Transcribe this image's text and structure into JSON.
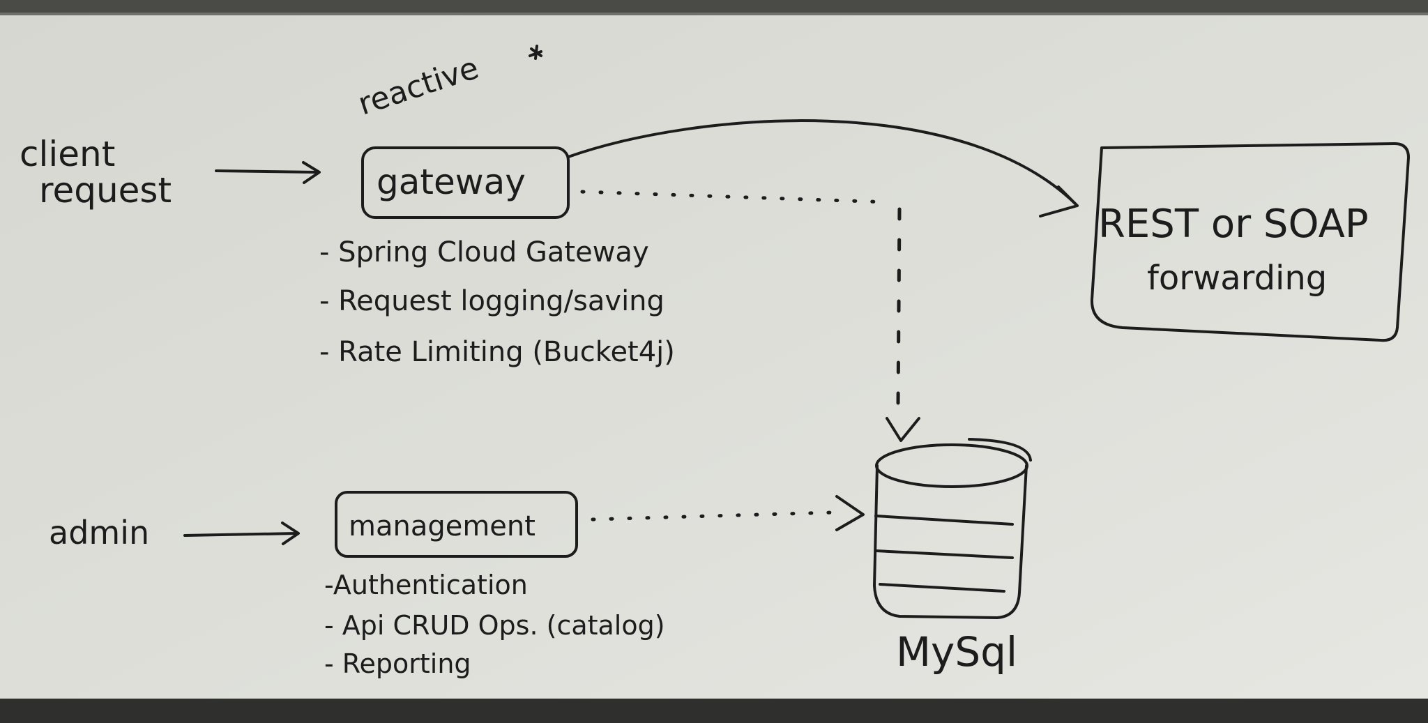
{
  "annotation": "reactive",
  "client_request": [
    "client",
    "request"
  ],
  "admin": "admin",
  "gateway": {
    "label": "gateway",
    "bullets": [
      "- Spring Cloud Gateway",
      "- Request logging/saving",
      "- Rate Limiting (Bucket4j)"
    ]
  },
  "management": {
    "label": "management",
    "bullets": [
      "-Authentication",
      "- Api CRUD Ops. (catalog)",
      "- Reporting"
    ]
  },
  "forwarding": [
    "REST or SOAP",
    "forwarding"
  ],
  "database": "MySql",
  "colors": {
    "board": "#dcdcd6",
    "ink": "#1c1c1c",
    "frame": "#3a3a38"
  }
}
